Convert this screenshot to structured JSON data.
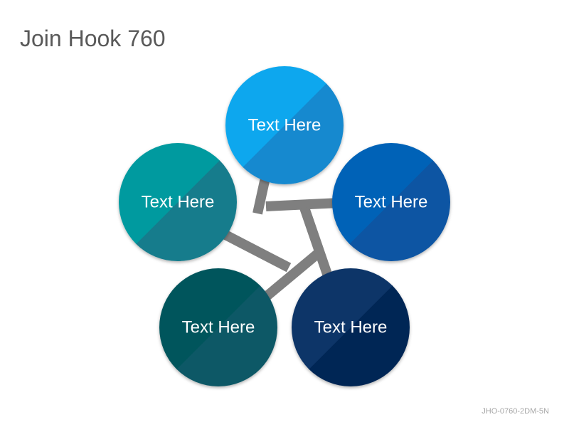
{
  "title": "Join Hook 760",
  "footer_code": "JHO-0760-2DM-5N",
  "diagram": {
    "connector_color": "#7f7f7f",
    "nodes": [
      {
        "label": "Text Here",
        "color_light": "#0ea7ee",
        "color_dark": "#1589cf"
      },
      {
        "label": "Text Here",
        "color_light": "#0562b7",
        "color_dark": "#0854a3"
      },
      {
        "label": "Text Here",
        "color_light": "#0b3468",
        "color_dark": "#062754"
      },
      {
        "label": "Text Here",
        "color_light": "#02545c",
        "color_dark": "#0b5966"
      },
      {
        "label": "Text Here",
        "color_light": "#009a9f",
        "color_dark": "#137c8c"
      }
    ]
  }
}
